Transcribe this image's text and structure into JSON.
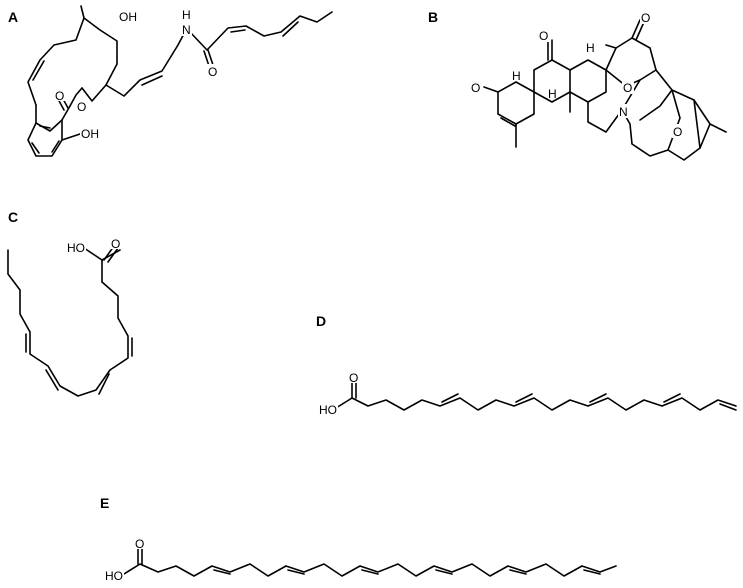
{
  "panels": {
    "A": {
      "label": "A",
      "atoms": {
        "oh_top": "OH",
        "n": "N",
        "h_n": "H",
        "o_amide": "O",
        "o_ester_c": "O",
        "o_ester_ring": "O",
        "oh_phenol": "OH"
      }
    },
    "B": {
      "label": "B",
      "atoms": {
        "o_ketone_top": "O",
        "o_ketone_cage": "O",
        "o_ketone_left": "O",
        "h_left": "H",
        "h_top": "H",
        "h_mid": "H",
        "o_bridge": "O",
        "n": "N",
        "o_bridge2": "O"
      }
    },
    "C": {
      "label": "C",
      "atoms": {
        "ho": "HO",
        "o": "O"
      }
    },
    "D": {
      "label": "D",
      "atoms": {
        "ho": "HO",
        "o": "O"
      }
    },
    "E": {
      "label": "E",
      "atoms": {
        "ho": "HO",
        "o": "O"
      }
    }
  }
}
